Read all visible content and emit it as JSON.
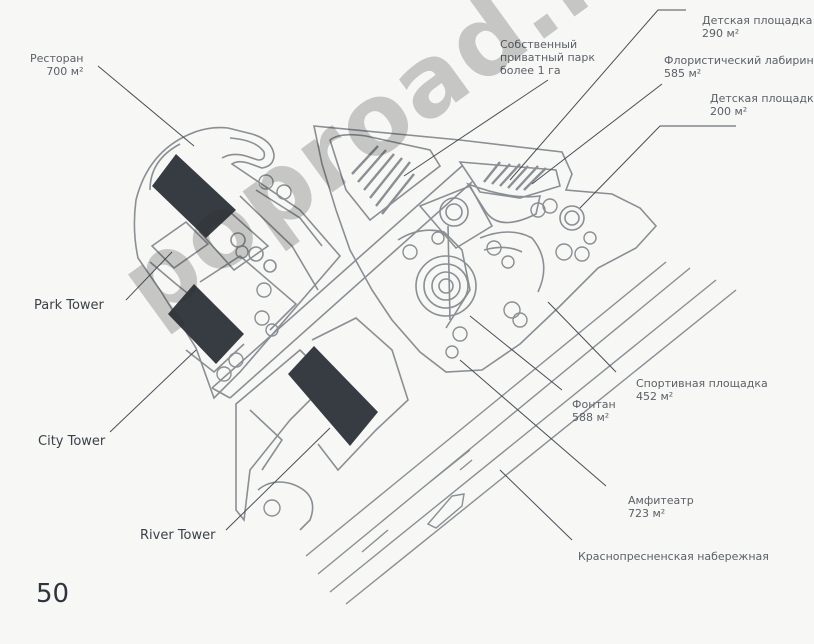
{
  "page_number": "50",
  "watermark_text": "poproad.ru",
  "labels": {
    "restaurant": {
      "name": "Ресторан",
      "area": "700  м²"
    },
    "private_park": {
      "line1": "Собственный",
      "line2": "приватный парк",
      "line3": "более 1 га"
    },
    "kids_playground_1": {
      "name": "Детская площадка",
      "area": "290 м²"
    },
    "floral_labyrinth": {
      "name": "Флористический лабиринт",
      "area": "585 м²"
    },
    "kids_playground_2": {
      "name": "Детская площадка",
      "area": "200 м²"
    },
    "park_tower": "Park Tower",
    "city_tower": "City Tower",
    "river_tower": "River Tower",
    "sports_ground": {
      "name": "Спортивная площадка",
      "area": "452 м²"
    },
    "fountain": {
      "name": "Фонтан",
      "area": "588 м²"
    },
    "amphitheater": {
      "name": "Амфитеатр",
      "area": "723 м²"
    },
    "embankment": "Краснопресненская набережная"
  },
  "colors": {
    "outline": "#7f8589",
    "building": "#363c42",
    "leader": "#4a4f55",
    "background": "#f7f7f6"
  }
}
